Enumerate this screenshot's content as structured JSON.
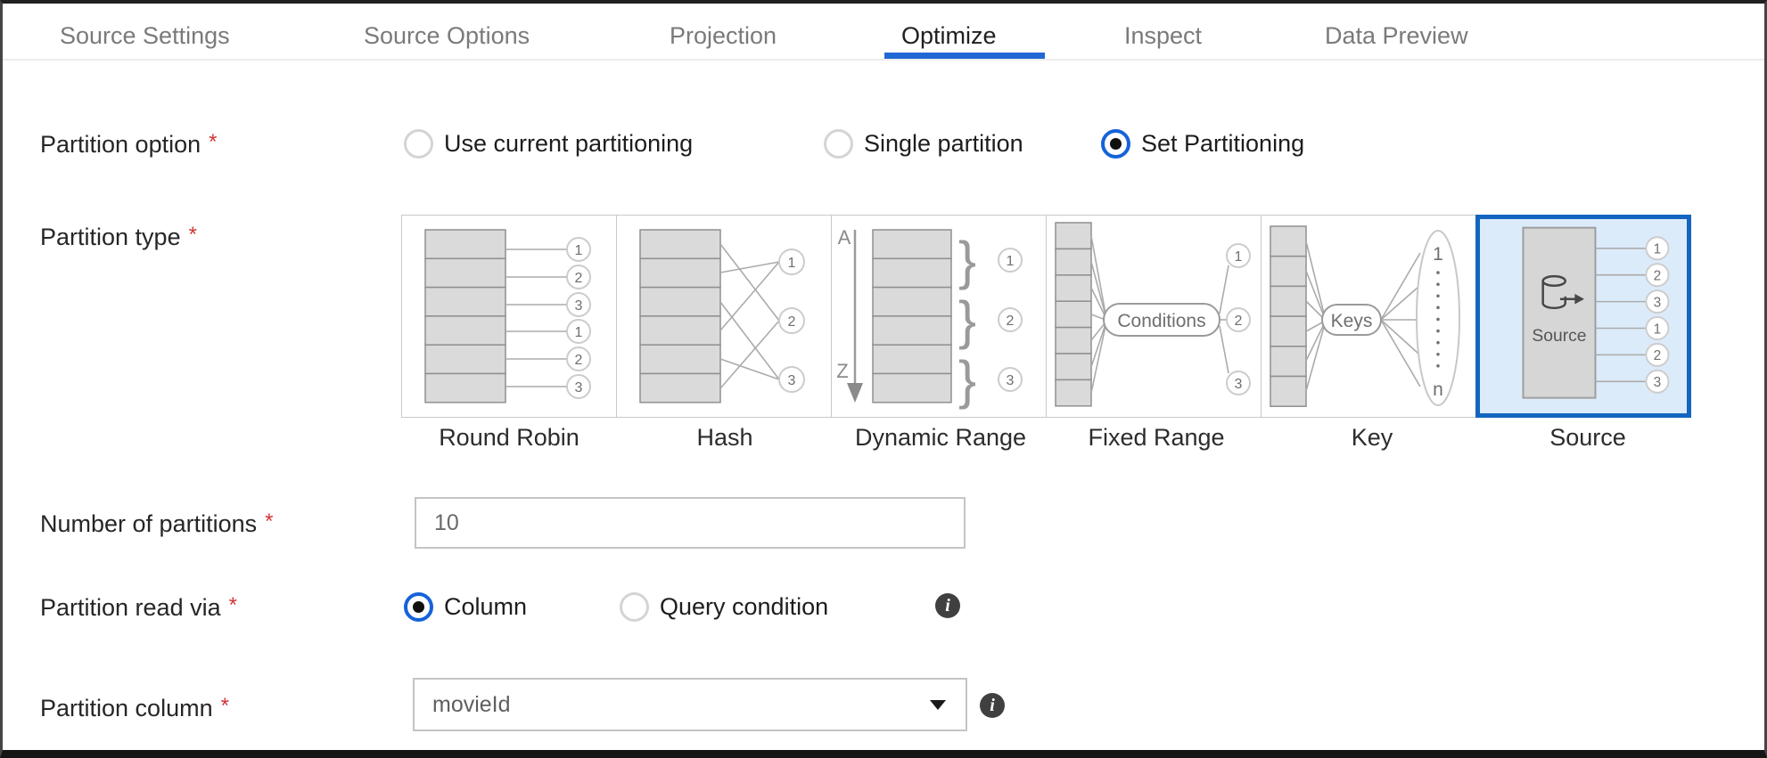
{
  "tabs": {
    "items": [
      {
        "label": "Source Settings"
      },
      {
        "label": "Source Options"
      },
      {
        "label": "Projection"
      },
      {
        "label": "Optimize"
      },
      {
        "label": "Inspect"
      },
      {
        "label": "Data Preview"
      }
    ],
    "active": "Optimize"
  },
  "form": {
    "partition_option": {
      "label": "Partition option",
      "required_marker": "*",
      "options": [
        {
          "label": "Use current partitioning",
          "selected": false
        },
        {
          "label": "Single partition",
          "selected": false
        },
        {
          "label": "Set Partitioning",
          "selected": true
        }
      ]
    },
    "partition_type": {
      "label": "Partition type",
      "required_marker": "*",
      "selected": "Source",
      "cards": [
        {
          "label": "Round Robin",
          "circles": [
            "1",
            "2",
            "3",
            "1",
            "2",
            "3"
          ]
        },
        {
          "label": "Hash",
          "circles": [
            "1",
            "2",
            "3"
          ]
        },
        {
          "label": "Dynamic Range",
          "circles": [
            "1",
            "2",
            "3"
          ],
          "start_letter": "A",
          "end_letter": "Z"
        },
        {
          "label": "Fixed Range",
          "circles": [
            "1",
            "2",
            "3"
          ],
          "pill_label": "Conditions"
        },
        {
          "label": "Key",
          "pill_label": "Keys",
          "first_marker": "1",
          "last_marker": "n"
        },
        {
          "label": "Source",
          "circles": [
            "1",
            "2",
            "3",
            "1",
            "2",
            "3"
          ],
          "box_label": "Source",
          "selected": true
        }
      ]
    },
    "number_of_partitions": {
      "label": "Number of partitions",
      "required_marker": "*",
      "value": "10"
    },
    "partition_read_via": {
      "label": "Partition read via",
      "required_marker": "*",
      "options": [
        {
          "label": "Column",
          "selected": true
        },
        {
          "label": "Query condition",
          "selected": false
        }
      ],
      "info_glyph": "i"
    },
    "partition_column": {
      "label": "Partition column",
      "required_marker": "*",
      "value": "movieId",
      "info_glyph": "i"
    }
  },
  "colors": {
    "accent_blue": "#2268d4",
    "selected_card_border": "#1465c0",
    "selected_card_bg": "#dcebfa",
    "required_red": "#d13438"
  }
}
